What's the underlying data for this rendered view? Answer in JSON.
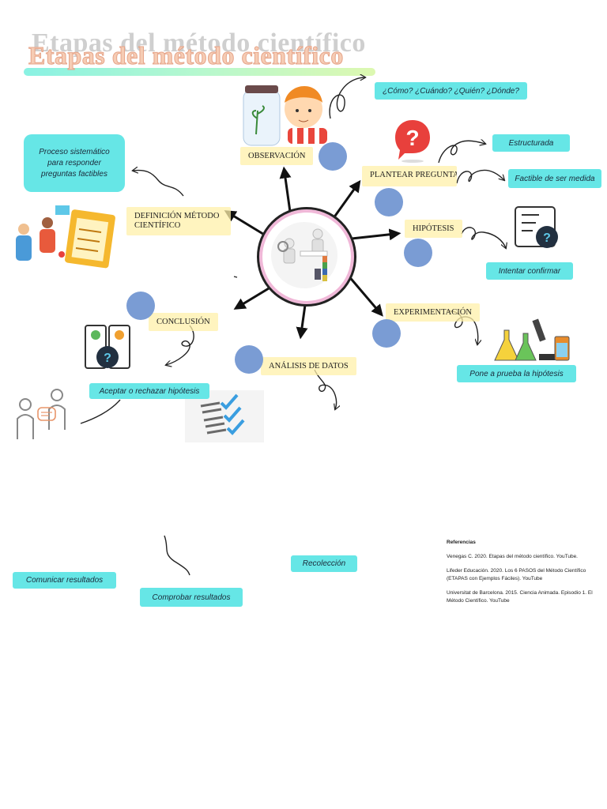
{
  "title": "Etapas del método científico",
  "stages": {
    "observacion": "OBSERVACIÓN",
    "plantear": "PLANTEAR PREGUNTA",
    "hipotesis": "HIPÓTESIS",
    "experimentacion": "EXPERIMENTACIÓN",
    "analisis": "ANÁLISIS DE DATOS",
    "conclusion": "CONCLUSIÓN",
    "definicion": "DEFINICIÓN MÉTODO CIENTÍFICO"
  },
  "notes": {
    "preguntas": "¿Cómo? ¿Cuándo? ¿Quién? ¿Dónde?",
    "estructurada": "Estructurada",
    "factible": "Factible de ser medida",
    "intentar": "Intentar confirmar",
    "pone_prueba": "Pone a prueba la hipótesis",
    "aceptar": "Aceptar o rechazar hipótesis",
    "definicion": "Proceso sistemático para responder preguntas factibles",
    "recoleccion": "Recolección",
    "comunicar": "Comunicar resultados",
    "comprobar": "Comprobar resultados"
  },
  "references": {
    "heading": "Referencias",
    "items": [
      "Venegas C. 2020. Etapas del método científico. YouTube.",
      "Lifeder Educación. 2020. Los 6 PASOS del Método Científico (ETAPAS con Ejemplos Fáciles). YouTube",
      "Universitat de Barcelona. 2015. Ciencia Animada. Episodio 1. El Método Científico. YouTube"
    ]
  },
  "colors": {
    "note_bg": "#66e6e6",
    "dot": "#7a9cd4",
    "highlight": "#fff0aa",
    "ring": "#f0b8d8"
  }
}
